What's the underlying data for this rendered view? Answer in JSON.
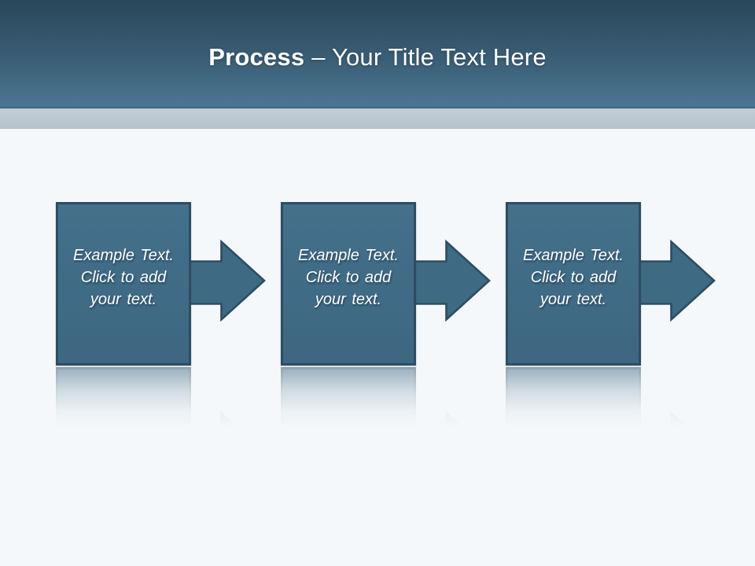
{
  "header": {
    "title_keyword": "Process",
    "title_rest": "– Your Title Text Here"
  },
  "steps": [
    {
      "lines": [
        "Example Text.",
        "Click to add",
        "your text."
      ]
    },
    {
      "lines": [
        "Example Text.",
        "Click to add",
        "your text."
      ]
    },
    {
      "lines": [
        "Example Text.",
        "Click to add",
        "your text."
      ]
    }
  ],
  "colors": {
    "shape_fill": "#3f6a84",
    "shape_border": "#2d4d62",
    "header_top": "#2a4759",
    "header_bottom": "#4a7590",
    "band_top": "#c3ced6",
    "band_bottom": "#b4c2cb",
    "bg": "#f4f8fa",
    "title_color": "#ffffff",
    "box_text_color": "#ffffff"
  }
}
